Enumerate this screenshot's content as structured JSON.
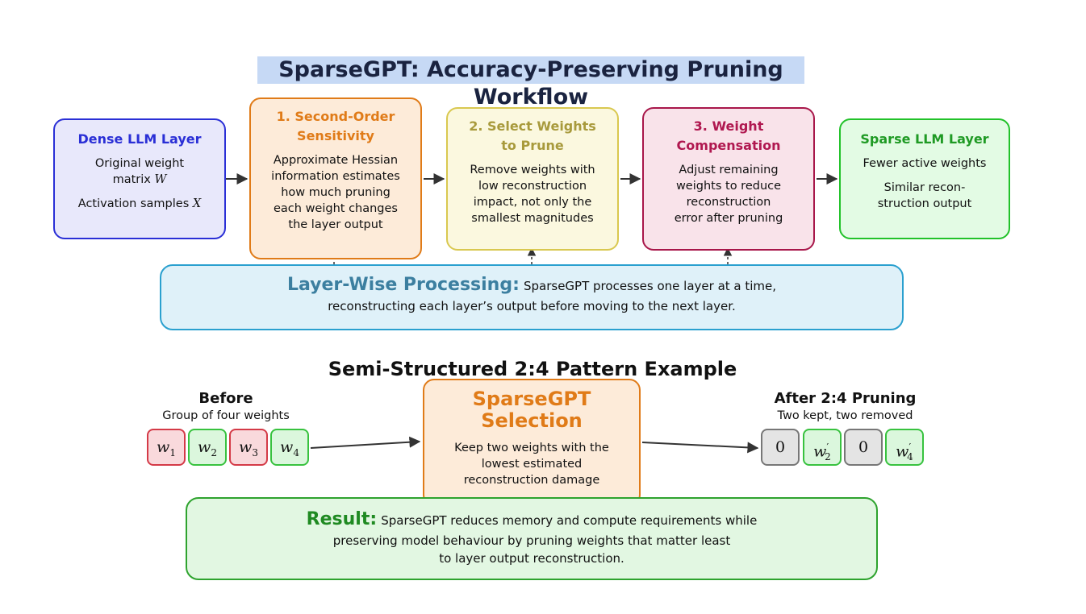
{
  "title": "SparseGPT: Accuracy-Preserving Pruning Workflow",
  "steps": [
    {
      "title": "Dense LLM Layer",
      "lines": [
        "Original weight",
        "matrix",
        "W",
        "Activation samples",
        "X"
      ]
    },
    {
      "title": "1. Second-Order Sensitivity",
      "lines": [
        "Approximate Hessian",
        "information estimates",
        "how much pruning",
        "each weight changes",
        "the layer output"
      ]
    },
    {
      "title": "2. Select Weights to Prune",
      "lines": [
        "Remove weights with",
        "low reconstruction",
        "impact, not only the",
        "smallest magnitudes"
      ]
    },
    {
      "title": "3. Weight Compensation",
      "lines": [
        "Adjust remaining",
        "weights to reduce",
        "reconstruction",
        "error after pruning"
      ]
    },
    {
      "title": "Sparse LLM Layer",
      "lines": [
        "Fewer active weights",
        "Similar recon-",
        "struction output"
      ]
    }
  ],
  "layerwise": {
    "heading": "Layer-Wise Processing:",
    "text1": "SparseGPT processes one layer at a time,",
    "text2": "reconstructing each layer’s output before moving to the next layer."
  },
  "pattern_title": "Semi-Structured 2:4 Pattern Example",
  "before": {
    "title": "Before",
    "subtitle": "Group of four weights",
    "cells": [
      {
        "base": "w",
        "sub": "1",
        "status": "red"
      },
      {
        "base": "w",
        "sub": "2",
        "status": "green"
      },
      {
        "base": "w",
        "sub": "3",
        "status": "red"
      },
      {
        "base": "w",
        "sub": "4",
        "status": "green"
      }
    ]
  },
  "selection": {
    "title1": "SparseGPT",
    "title2": "Selection",
    "lines": [
      "Keep two weights with the",
      "lowest estimated",
      "reconstruction damage"
    ]
  },
  "after": {
    "title": "After 2:4 Pruning",
    "subtitle": "Two kept, two removed",
    "cells": [
      {
        "base": "0",
        "sub": "",
        "prime": "",
        "status": "gray"
      },
      {
        "base": "w",
        "sub": "2",
        "prime": "′",
        "status": "green"
      },
      {
        "base": "0",
        "sub": "",
        "prime": "",
        "status": "gray"
      },
      {
        "base": "w",
        "sub": "4",
        "prime": "′",
        "status": "green"
      }
    ]
  },
  "result": {
    "heading": "Result:",
    "text1": "SparseGPT reduces memory and compute requirements while",
    "text2": "preserving model behaviour by pruning weights that matter least",
    "text3": "to layer output reconstruction."
  },
  "colors": {
    "dense": "#2a2fd6",
    "second_order": "#e07b18",
    "select": "#d9c850",
    "compensation": "#a8174a",
    "sparse": "#22c22a",
    "layerwise": "#2aa0cf",
    "result": "#2ea32e"
  }
}
